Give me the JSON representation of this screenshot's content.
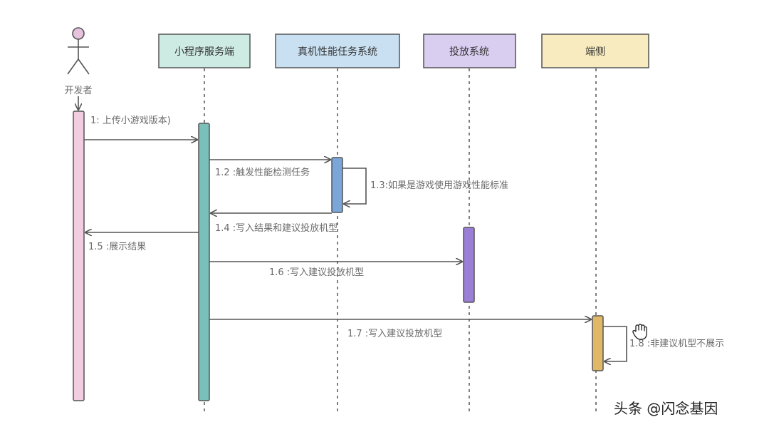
{
  "actor": {
    "label": "开发者"
  },
  "participants": [
    {
      "label": "小程序服务端",
      "fill": "#cdebe3"
    },
    {
      "label": "真机性能任务系统",
      "fill": "#c9e0f2"
    },
    {
      "label": "投放系统",
      "fill": "#d9cdf0"
    },
    {
      "label": "端侧",
      "fill": "#f8ebbf"
    }
  ],
  "messages": [
    "1: 上传小游戏版本)",
    "1.2 :触发性能检测任务",
    "1.3:如果是游戏使用游戏性能标准",
    "1.4 :写入结果和建议投放机型",
    "1.5 :展示结果",
    "1.6 :写入建议投放机型",
    "1.7 :写入建议投放机型",
    "1.8 :非建议机型不展示"
  ],
  "watermark": "头条 @闪念基因",
  "colors": {
    "actor_bar": "#f2cde0",
    "server_bar": "#7bbfbb",
    "perf_bar": "#7aa6d9",
    "ad_bar": "#9b7fd6",
    "client_bar": "#e0b867"
  },
  "icons": {
    "cursor": "hand-cursor-icon"
  }
}
